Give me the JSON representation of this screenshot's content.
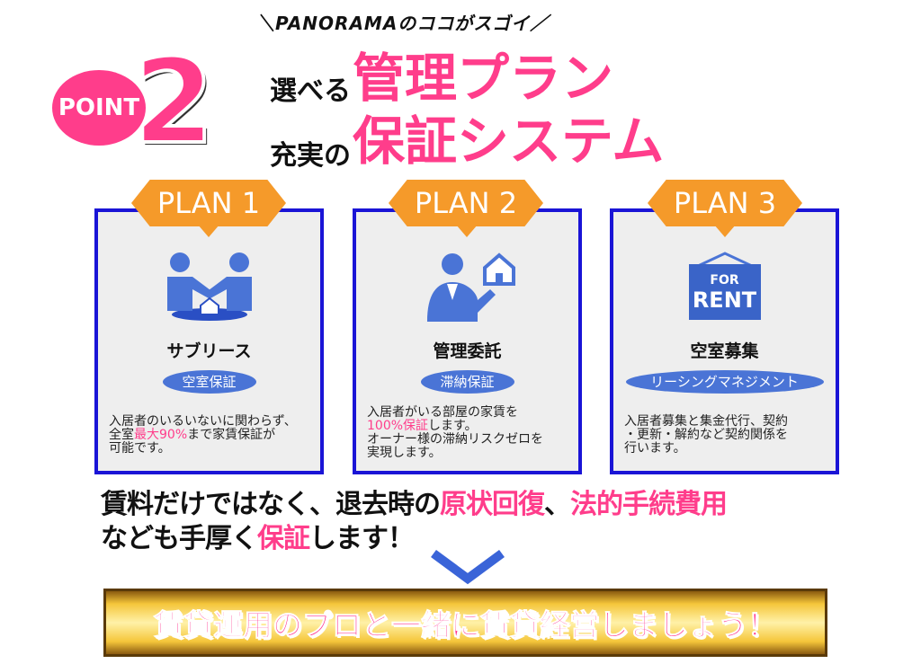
{
  "header": {
    "tagline": "＼PANORAMAのココがスゴイ／",
    "point_label": "POINT",
    "point_number": "2",
    "line1_small": "選べる",
    "line1_big": "管理プラン",
    "line2_small": "充実の",
    "line2_big": "保証システム"
  },
  "plans": [
    {
      "tag": "PLAN 1",
      "icon": "handshake-icon",
      "title": "サブリース",
      "pill": "空室保証",
      "desc": [
        {
          "t": "入居者のいるいないに関わらず、"
        },
        {
          "t": "全室"
        },
        {
          "t": "最大90%",
          "pink": true
        },
        {
          "t": "まで家賃保証が"
        },
        {
          "t": "可能です。"
        }
      ]
    },
    {
      "tag": "PLAN 2",
      "icon": "agent-with-house-icon",
      "title": "管理委託",
      "pill": "滞納保証",
      "desc": [
        {
          "t": "入居者がいる部屋の家賃を"
        },
        {
          "t": "100%保証",
          "pink": true
        },
        {
          "t": "します。"
        },
        {
          "t": "オーナー様の滞納リスクゼロを"
        },
        {
          "t": "実現します。"
        }
      ]
    },
    {
      "tag": "PLAN 3",
      "icon": "for-rent-sign-icon",
      "title": "空室募集",
      "pill": "リーシングマネジメント",
      "sign_line1": "FOR",
      "sign_line2": "RENT",
      "desc": [
        {
          "t": "入居者募集と集金代行、契約"
        },
        {
          "t": "・更新・解約など契約関係を"
        },
        {
          "t": "行います。"
        }
      ]
    }
  ],
  "summary": {
    "l1a": "賃料だけではなく、退去時の",
    "l1b": "原状回復",
    "l1c": "、",
    "l1d": "法的手続費用",
    "l2a": "なども手厚く",
    "l2b": "保証",
    "l2c": "します！"
  },
  "banner": "賃貸運用のプロと一緒に賃貸経営しましょう！",
  "colors": {
    "pink": "#ff3d8b",
    "orange": "#f59a2a",
    "blue": "#1a14d6",
    "pill": "#4a74d6"
  }
}
